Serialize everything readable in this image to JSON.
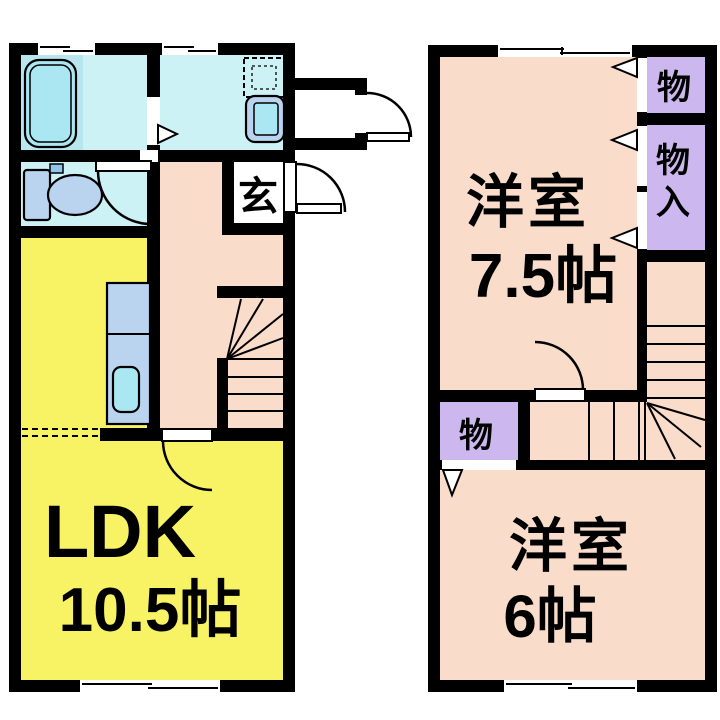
{
  "document": {
    "kind": "japanese-apartment-floor-plan",
    "floors": 2
  },
  "colors": {
    "wall": "#000000",
    "room_cyan": "#cdf2f5",
    "bath_panel": "#b7e6ef",
    "water_fill": "#abe7f3",
    "fixture_blue": "#bad4f0",
    "accent_blue": "#8fc6e9",
    "ldk_yellow": "#f8f364",
    "hall_pink": "#f9dcca",
    "closet_purple": "#ccb8ee",
    "paper_white": "#ffffff"
  },
  "floor1": {
    "ldk": {
      "name": "LDK",
      "size": "10.5帖"
    },
    "entrance": {
      "label": "玄"
    }
  },
  "floor2": {
    "room_75": {
      "name": "洋室",
      "size": "7.5帖"
    },
    "room_6": {
      "name": "洋室",
      "size": "6帖"
    },
    "closet_top": {
      "label": "物"
    },
    "closet_tall": {
      "chars": [
        "物",
        "入"
      ]
    },
    "closet_lower": {
      "label": "物"
    }
  }
}
